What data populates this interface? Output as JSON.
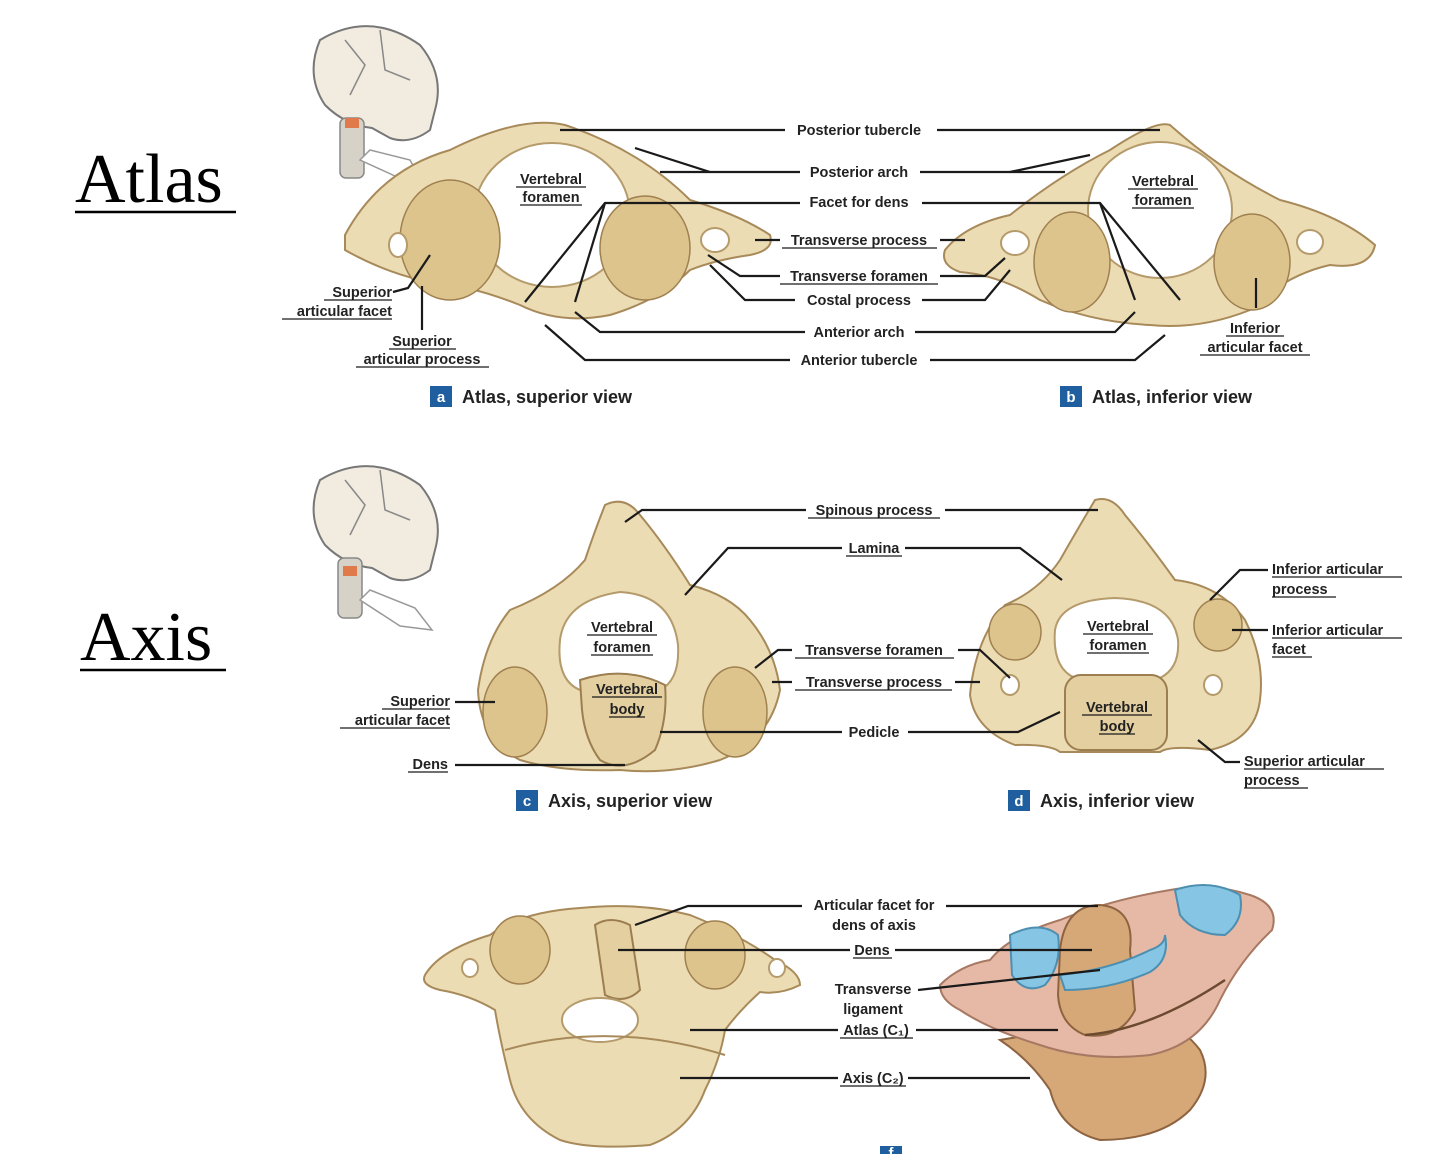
{
  "titles": {
    "atlas": "Atlas",
    "axis": "Axis"
  },
  "panels": {
    "a": {
      "badge": "a",
      "caption": "Atlas, superior view"
    },
    "b": {
      "badge": "b",
      "caption": "Atlas, inferior view"
    },
    "c": {
      "badge": "c",
      "caption": "Axis, superior view"
    },
    "d": {
      "badge": "d",
      "caption": "Axis, inferior view"
    },
    "f": {
      "badge": "f"
    }
  },
  "atlas_labels": {
    "posterior_tubercle": "Posterior tubercle",
    "posterior_arch": "Posterior arch",
    "facet_for_dens": "Facet for dens",
    "transverse_process": "Transverse process",
    "transverse_foramen": "Transverse foramen",
    "costal_process": "Costal process",
    "anterior_arch": "Anterior arch",
    "anterior_tubercle": "Anterior tubercle",
    "vertebral_foramen_1": "Vertebral",
    "vertebral_foramen_2": "foramen",
    "superior_articular_facet_1": "Superior",
    "superior_articular_facet_2": "articular facet",
    "superior_articular_process_1": "Superior",
    "superior_articular_process_2": "articular process",
    "inferior_articular_facet_1": "Inferior",
    "inferior_articular_facet_2": "articular facet"
  },
  "axis_labels": {
    "spinous_process": "Spinous process",
    "lamina": "Lamina",
    "transverse_foramen": "Transverse foramen",
    "transverse_process": "Transverse process",
    "pedicle": "Pedicle",
    "dens": "Dens",
    "vertebral_foramen_1": "Vertebral",
    "vertebral_foramen_2": "foramen",
    "vertebral_body_1": "Vertebral",
    "vertebral_body_2": "body",
    "superior_articular_facet_1": "Superior",
    "superior_articular_facet_2": "articular facet",
    "inferior_articular_process_1": "Inferior articular",
    "inferior_articular_process_2": "process",
    "inferior_articular_facet_1": "Inferior articular",
    "inferior_articular_facet_2": "facet",
    "superior_articular_process_1": "Superior articular",
    "superior_articular_process_2": "process"
  },
  "joint_labels": {
    "articular_facet_for_dens_1": "Articular facet for",
    "articular_facet_for_dens_2": "dens of axis",
    "dens": "Dens",
    "transverse_ligament_1": "Transverse",
    "transverse_ligament_2": "ligament",
    "atlas_c1": "Atlas (C₁)",
    "axis_c2": "Axis (C₂)"
  },
  "colors": {
    "badge": "#1f5f9f",
    "bone": "#ecdcb4",
    "ligament": "#86c6e4",
    "soft_tissue": "#e6b9a6"
  }
}
